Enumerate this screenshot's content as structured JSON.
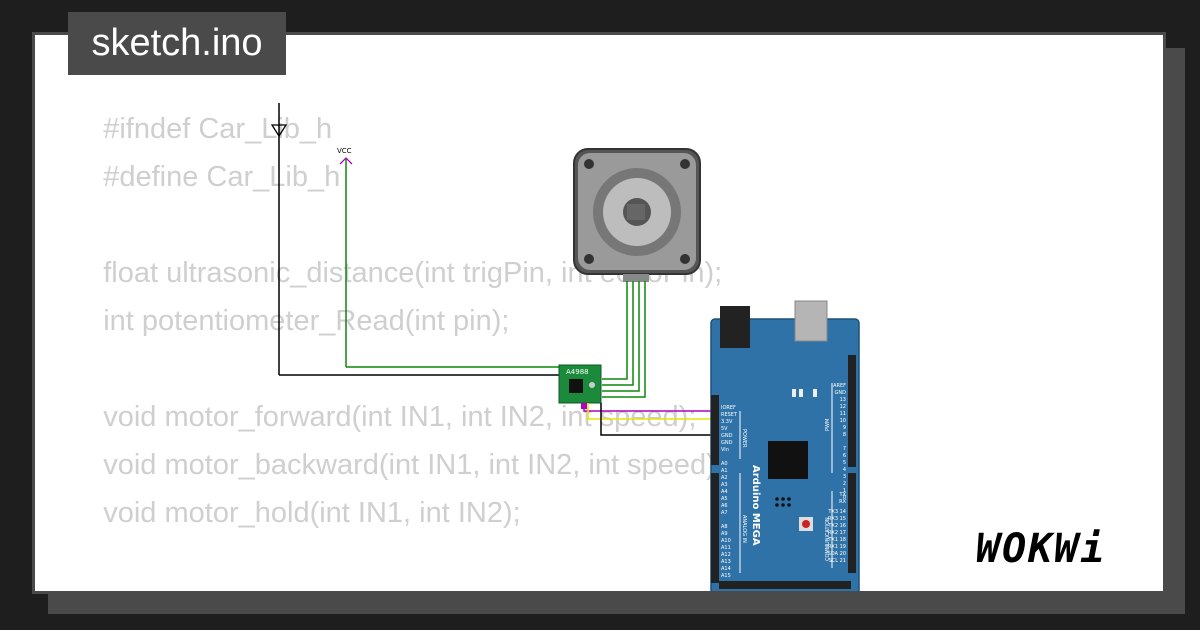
{
  "app": {
    "filename": "sketch.ino",
    "logo_text": "WOKWi"
  },
  "code_lines": [
    "#ifndef Car_Lib_h",
    "#define Car_Lib_h",
    "",
    "float ultrasonic_distance(int trigPin, int echoPin);",
    "int potentiometer_Read(int pin);",
    "",
    "void motor_forward(int IN1, int IN2, int speed);",
    "void motor_backward(int IN1, int IN2, int speed);",
    "void motor_hold(int IN1, int IN2);"
  ],
  "diagram": {
    "vcc_label": "VCC",
    "driver_label": "A4988",
    "board_label": "Arduino MEGA",
    "board_header_left": [
      "IOREF",
      "RESET",
      "3.3V",
      "5V",
      "GND",
      "GND",
      "Vin"
    ],
    "board_analog": [
      "A0",
      "A1",
      "A2",
      "A3",
      "A4",
      "A5",
      "A6",
      "A7",
      "A8",
      "A9",
      "A10",
      "A11",
      "A12",
      "A13",
      "A14",
      "A15"
    ],
    "board_right": [
      "AREF",
      "GND",
      "13",
      "12",
      "11",
      "10",
      "9",
      "8",
      "7",
      "6",
      "5",
      "4",
      "3",
      "2",
      "1",
      "0"
    ],
    "board_comm": [
      "TX",
      "RX",
      "TX3 14",
      "RX3 15",
      "TX2 16",
      "RX2 17",
      "TX1 18",
      "RX1 19",
      "SDA 20",
      "SCL 21"
    ],
    "power_label": "POWER",
    "analog_label": "ANALOG IN",
    "pwm_label": "PWM",
    "comm_label": "COMMUNICATION",
    "wire_colors": {
      "black": "#000000",
      "green": "#0a8a0a",
      "purple": "#b100c4",
      "yellow": "#e6e600",
      "board": "#2f72a8"
    }
  }
}
